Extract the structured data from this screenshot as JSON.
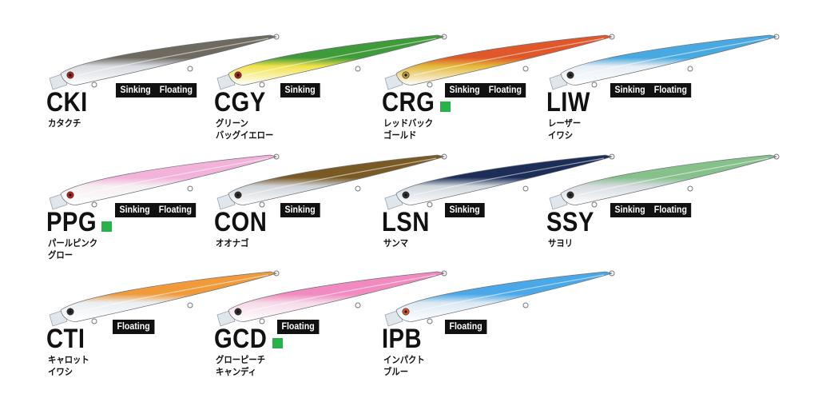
{
  "colors": {
    "glow_badge": "#27b24a",
    "tag_bg": "#111111",
    "tag_text": "#ffffff"
  },
  "lures": [
    {
      "code": "CKI",
      "jp1": "カタクチ",
      "jp2": "",
      "glow": false,
      "tags": [
        "Sinking",
        "Floating"
      ],
      "palette": {
        "back": "#6f6a60",
        "belly": "#d8dbe0",
        "eye": "#b02020"
      }
    },
    {
      "code": "CGY",
      "jp1": "グリーン",
      "jp2": "バッグイエロー",
      "glow": false,
      "tags": [
        "Sinking"
      ],
      "palette": {
        "back": "#3f9a3a",
        "belly": "#f2e14a",
        "eye": "#b02020"
      }
    },
    {
      "code": "CRG",
      "jp1": "レッドバック",
      "jp2": "ゴールド",
      "glow": true,
      "tags": [
        "Sinking",
        "Floating"
      ],
      "palette": {
        "back": "#e0572a",
        "belly": "#e3b93a",
        "eye": "#c0a030"
      }
    },
    {
      "code": "LIW",
      "jp1": "レーザー",
      "jp2": "イワシ",
      "glow": false,
      "tags": [
        "Sinking",
        "Floating"
      ],
      "palette": {
        "back": "#48a8e0",
        "belly": "#e7eef4",
        "eye": "#303030"
      }
    },
    {
      "code": "PPG",
      "jp1": "パールピンク",
      "jp2": "グロー",
      "glow": true,
      "tags": [
        "Sinking",
        "Floating"
      ],
      "palette": {
        "back": "#f2b2da",
        "belly": "#f5eef0",
        "eye": "#c02020"
      }
    },
    {
      "code": "CON",
      "jp1": "オオナゴ",
      "jp2": "",
      "glow": false,
      "tags": [
        "Sinking"
      ],
      "palette": {
        "back": "#7a5a24",
        "belly": "#cfd3d8",
        "eye": "#303030"
      }
    },
    {
      "code": "LSN",
      "jp1": "サンマ",
      "jp2": "",
      "glow": false,
      "tags": [
        "Sinking"
      ],
      "palette": {
        "back": "#1c2d58",
        "belly": "#cfd6dc",
        "eye": "#303030"
      }
    },
    {
      "code": "SSY",
      "jp1": "サヨリ",
      "jp2": "",
      "glow": false,
      "tags": [
        "Sinking",
        "Floating"
      ],
      "palette": {
        "back": "#86c08a",
        "belly": "#d6dbe0",
        "eye": "#303030"
      }
    },
    {
      "code": "CTI",
      "jp1": "キャロット",
      "jp2": "イワシ",
      "glow": false,
      "tags": [
        "Floating"
      ],
      "palette": {
        "back": "#f09a3a",
        "belly": "#eaeef2",
        "eye": "#303030"
      }
    },
    {
      "code": "GCD",
      "jp1": "グローピーチ",
      "jp2": "キャンディ",
      "glow": true,
      "tags": [
        "Floating"
      ],
      "palette": {
        "back": "#f08ac0",
        "belly": "#f6d9e8",
        "eye": "#303030"
      }
    },
    {
      "code": "IPB",
      "jp1": "インパクト",
      "jp2": "ブルー",
      "glow": false,
      "tags": [
        "Floating"
      ],
      "palette": {
        "back": "#4aa8e8",
        "belly": "#dbe8f2",
        "eye": "#e05820"
      }
    }
  ]
}
